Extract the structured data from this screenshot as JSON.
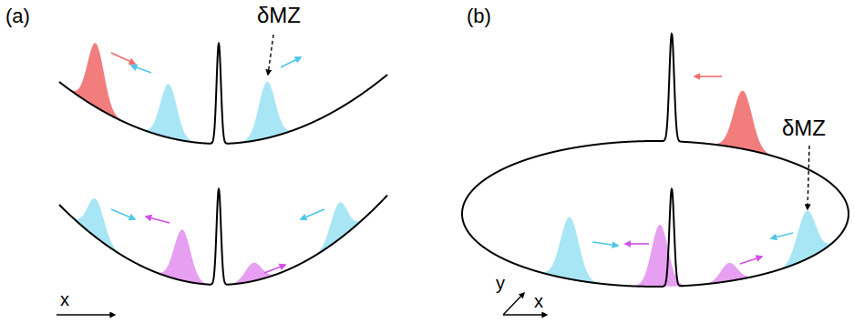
{
  "diagram": {
    "labels": [
      "(a)",
      "(b)",
      "δMZ",
      "x",
      "δMZ",
      "y",
      "x"
    ]
  }
}
